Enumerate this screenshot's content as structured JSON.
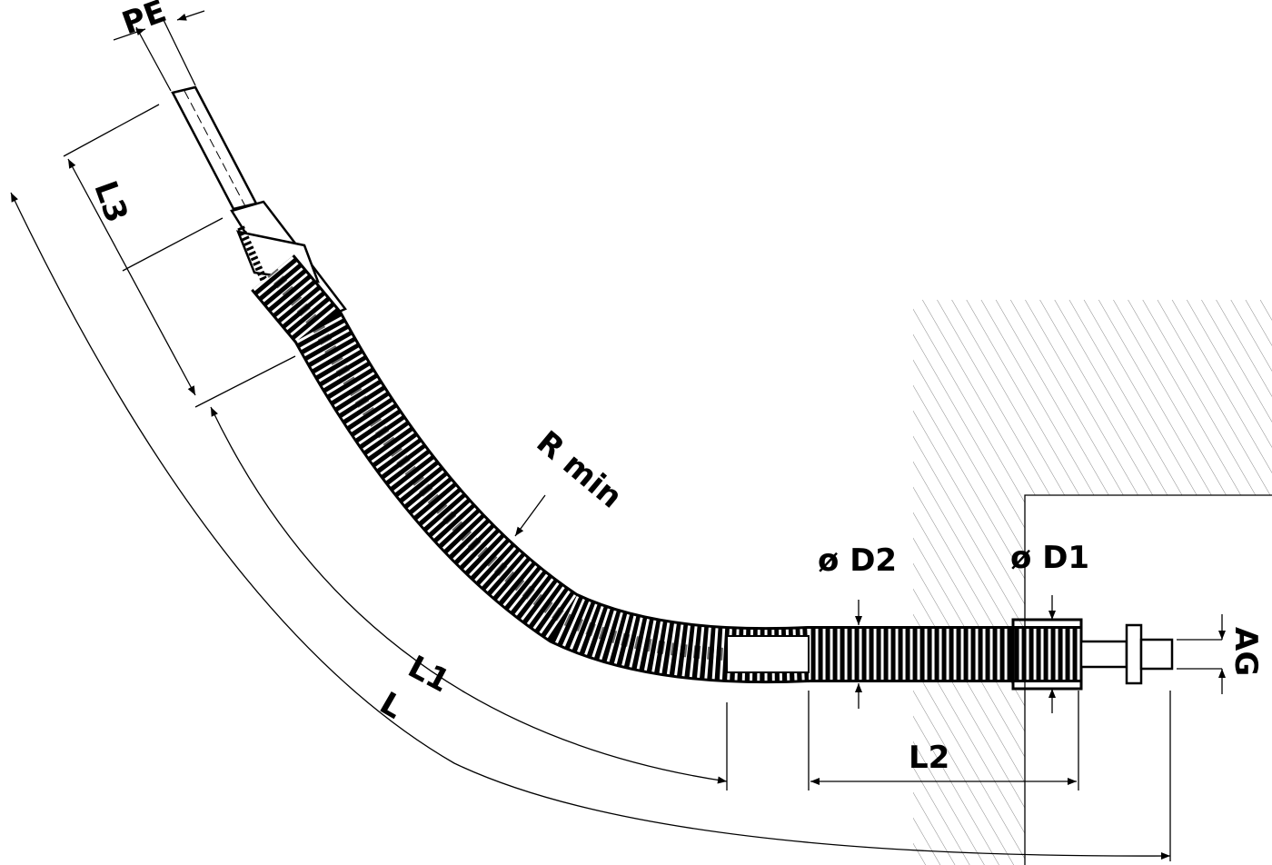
{
  "labels": {
    "pe": "PE",
    "l3": "L3",
    "r_min": "R min",
    "d2": "ø D2",
    "d1": "ø D1",
    "ag": "AG",
    "l1": "L1",
    "l": "L",
    "l2": "L2"
  },
  "colors": {
    "line": "#000000",
    "hatch": "#888888",
    "background": "#ffffff"
  }
}
